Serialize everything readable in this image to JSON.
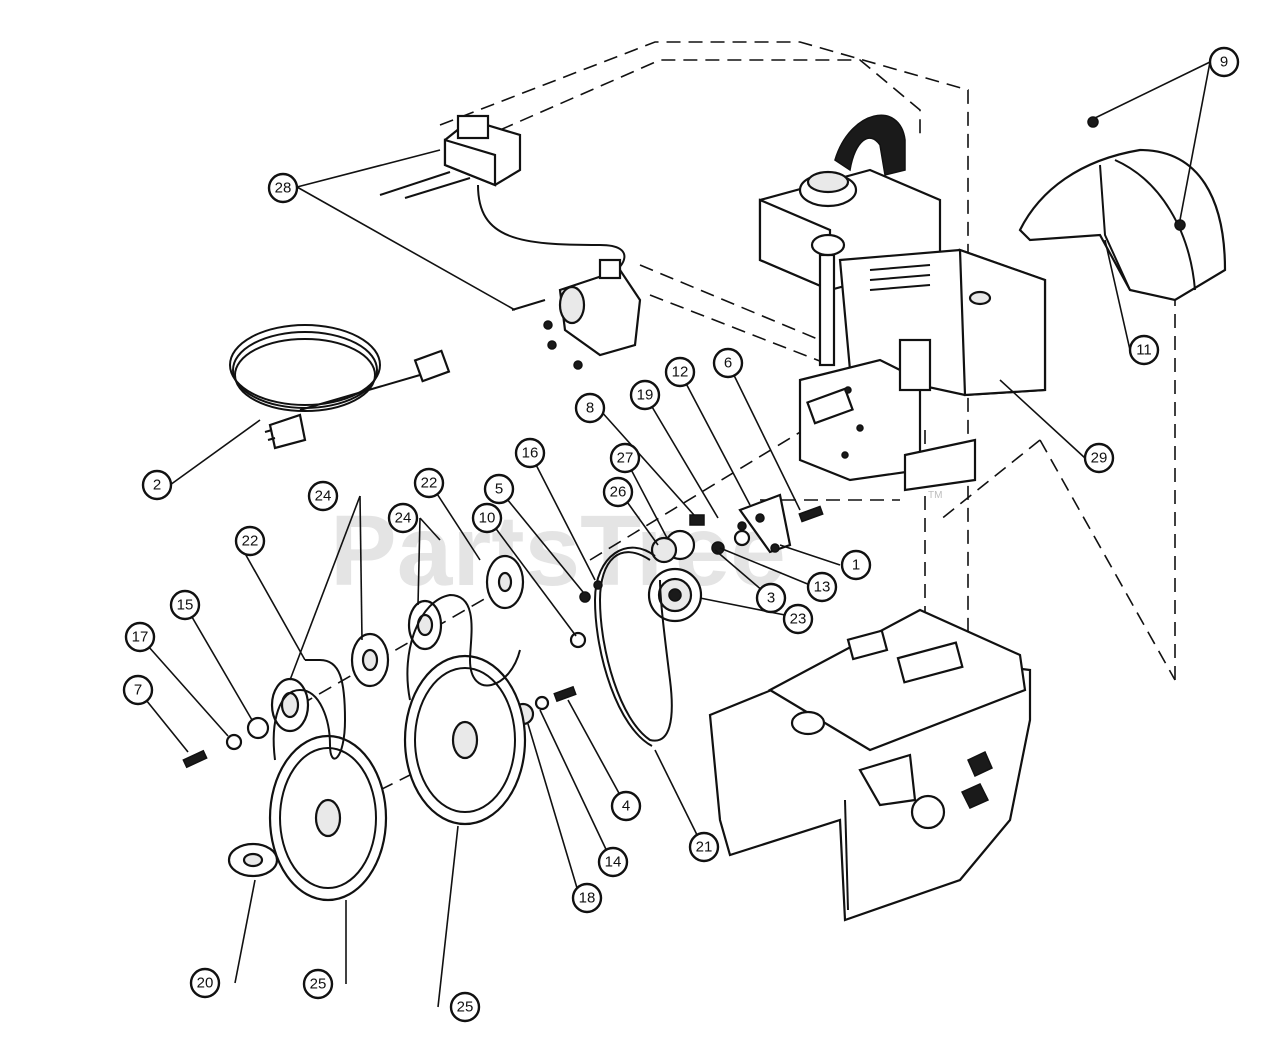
{
  "watermark": {
    "text": "PartsTree",
    "trademark": "TM"
  },
  "callouts": [
    {
      "label": "1"
    },
    {
      "label": "2"
    },
    {
      "label": "3"
    },
    {
      "label": "4"
    },
    {
      "label": "5"
    },
    {
      "label": "6"
    },
    {
      "label": "7"
    },
    {
      "label": "8"
    },
    {
      "label": "9"
    },
    {
      "label": "10"
    },
    {
      "label": "11"
    },
    {
      "label": "12"
    },
    {
      "label": "13"
    },
    {
      "label": "14"
    },
    {
      "label": "15"
    },
    {
      "label": "16"
    },
    {
      "label": "17"
    },
    {
      "label": "18"
    },
    {
      "label": "19"
    },
    {
      "label": "20"
    },
    {
      "label": "21"
    },
    {
      "label": "22"
    },
    {
      "label": "22"
    },
    {
      "label": "23"
    },
    {
      "label": "24"
    },
    {
      "label": "24"
    },
    {
      "label": "25"
    },
    {
      "label": "25"
    },
    {
      "label": "26"
    },
    {
      "label": "27"
    },
    {
      "label": "28"
    },
    {
      "label": "29"
    }
  ]
}
